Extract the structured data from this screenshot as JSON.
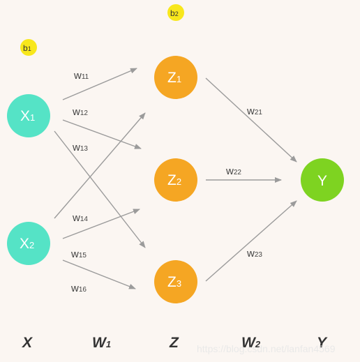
{
  "nodes": {
    "x1": {
      "base": "X",
      "sub": "1"
    },
    "x2": {
      "base": "X",
      "sub": "2"
    },
    "z1": {
      "base": "Z",
      "sub": "1"
    },
    "z2": {
      "base": "Z",
      "sub": "2"
    },
    "z3": {
      "base": "Z",
      "sub": "3"
    },
    "y": {
      "base": "Y",
      "sub": ""
    }
  },
  "biases": {
    "b1": {
      "base": "b",
      "sub": "1"
    },
    "b2": {
      "base": "b",
      "sub": "2"
    }
  },
  "weights": {
    "w11": {
      "base": "w",
      "sub": "11"
    },
    "w12": {
      "base": "w",
      "sub": "12"
    },
    "w13": {
      "base": "w",
      "sub": "13"
    },
    "w14": {
      "base": "w",
      "sub": "14"
    },
    "w15": {
      "base": "w",
      "sub": "15"
    },
    "w16": {
      "base": "w",
      "sub": "16"
    },
    "w21": {
      "base": "w",
      "sub": "21"
    },
    "w22": {
      "base": "w",
      "sub": "22"
    },
    "w23": {
      "base": "w",
      "sub": "23"
    }
  },
  "bottom_labels": {
    "x": {
      "base": "X",
      "sub": ""
    },
    "w1": {
      "base": "W",
      "sub": "1"
    },
    "z": {
      "base": "Z",
      "sub": ""
    },
    "w2": {
      "base": "W",
      "sub": "2"
    },
    "y": {
      "base": "Y",
      "sub": ""
    }
  },
  "watermark": "https://blog.csdn.net/lanfan4569",
  "colors": {
    "background": "#fbf6f2",
    "input_node": "#55e3c6",
    "hidden_node": "#f5a623",
    "output_node": "#7ed321",
    "bias_node": "#f8e71c",
    "arrow": "#9b9b9b"
  }
}
